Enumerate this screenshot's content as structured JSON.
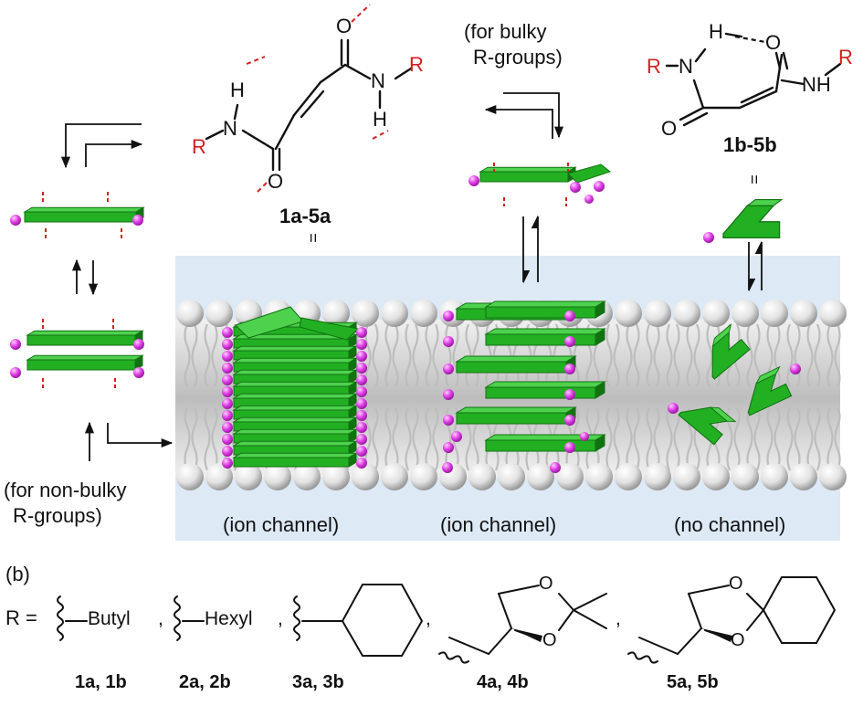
{
  "structures": {
    "trans": {
      "label": "1a-5a",
      "equals": "=",
      "atoms": {
        "o_top": "O",
        "n_right": "N",
        "h_right": "H",
        "r_right": "R",
        "h_left": "H",
        "n_left": "N",
        "r_left": "R",
        "o_bottom": "O"
      }
    },
    "cis": {
      "label": "1b-5b",
      "equals": "=",
      "atoms": {
        "h": "H",
        "o_top": "O",
        "r_left": "R",
        "n_left": "N",
        "r_right": "R",
        "nh": "NH",
        "o_bottom": "O"
      }
    }
  },
  "notes": {
    "bulky": [
      "(for bulky",
      "R-groups)"
    ],
    "non_bulky": [
      "(for non-bulky",
      "R-groups)"
    ]
  },
  "channels": {
    "left": "(ion channel)",
    "middle": "(ion channel)",
    "right": "(no channel)"
  },
  "panel_b": {
    "panel_label": "(b)",
    "r_equals": "R =",
    "substituents": [
      "Butyl",
      "Hexyl"
    ],
    "separator": ",",
    "atoms": {
      "o": "O"
    },
    "compounds": [
      "1a, 1b",
      "2a, 2b",
      "3a, 3b",
      "4a, 4b",
      "5a, 5b"
    ]
  },
  "colors": {
    "accent_red": "#d42020",
    "bar_green": "#22b022",
    "bar_dark": "#127212",
    "bead_pink": "#e040e8",
    "membrane_blue": "#dde9f5",
    "lipid_gray": "#bdbdbd"
  }
}
